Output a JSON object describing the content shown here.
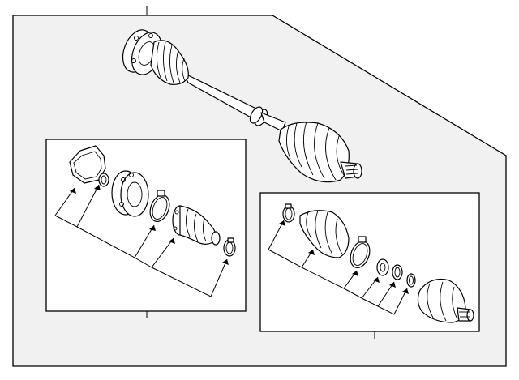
{
  "diagram": {
    "kind": "exploded-parts-illustration",
    "subject": "axle-shaft-assembly",
    "colors": {
      "line": "#000000",
      "frame_fill": "#f1f1f1",
      "box_fill": "#ffffff"
    },
    "groups": [
      {
        "id": "main-shaft",
        "parts": [
          "shaft-flange",
          "inner-joint-boot",
          "shaft-bar",
          "outer-joint-boot",
          "splined-stub"
        ]
      },
      {
        "id": "inner-joint-kit",
        "parts": [
          "gasket",
          "snap-ring",
          "cv-joint-housing",
          "boot-clamp",
          "joint-boot",
          "small-clamp"
        ]
      },
      {
        "id": "outer-joint-kit",
        "parts": [
          "small-clamp",
          "joint-boot",
          "boot-clamp",
          "washer",
          "snap-ring",
          "circlip",
          "outer-cv-joint"
        ]
      }
    ]
  }
}
